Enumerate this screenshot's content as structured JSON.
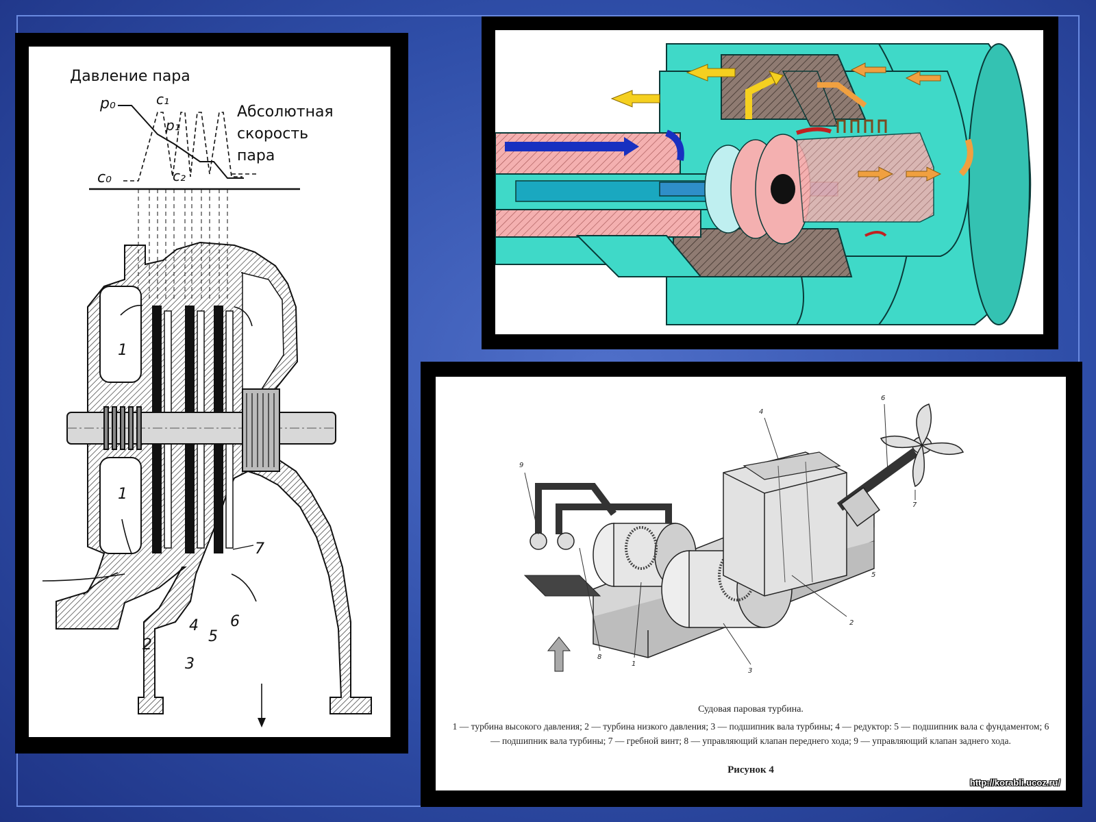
{
  "left_diagram": {
    "labels": {
      "steam_pressure": "Давление пара",
      "abs_velocity_1": "Абсолютная",
      "abs_velocity_2": "скорость",
      "abs_velocity_3": "пара",
      "p0": "p₀",
      "p1": "p₁",
      "c0": "c₀",
      "c1": "c₁",
      "c2": "c₂"
    },
    "part_numbers": [
      "1",
      "1",
      "2",
      "3",
      "4",
      "5",
      "6",
      "7"
    ]
  },
  "marine_turbine": {
    "part_numbers": [
      "9",
      "4",
      "6",
      "7",
      "5",
      "2",
      "3",
      "1",
      "8"
    ],
    "caption_title": "Судовая паровая турбина.",
    "caption_legend": "1 — турбина высокого давления; 2 — турбина низкого давления; 3 — подшипник вала турбины; 4 — редуктор: 5 — подшипник вала с фундаментом; 6 — подшипник вала турбины; 7 — гребной винт; 8 — управляющий клапан переднего хода; 9 — управляющий клапан заднего хода.",
    "figure_label": "Рисунок 4",
    "watermark": "http://korabli.ucoz.ru/"
  },
  "colors": {
    "background": "#2f4ea8",
    "turbine_body": "#3fd9c8",
    "hatch": "#8f7b72",
    "arrow_yellow": "#f5d020",
    "arrow_blue": "#1830c0",
    "arrow_orange": "#f0a040",
    "rotor_pink": "#f4b0b0"
  }
}
